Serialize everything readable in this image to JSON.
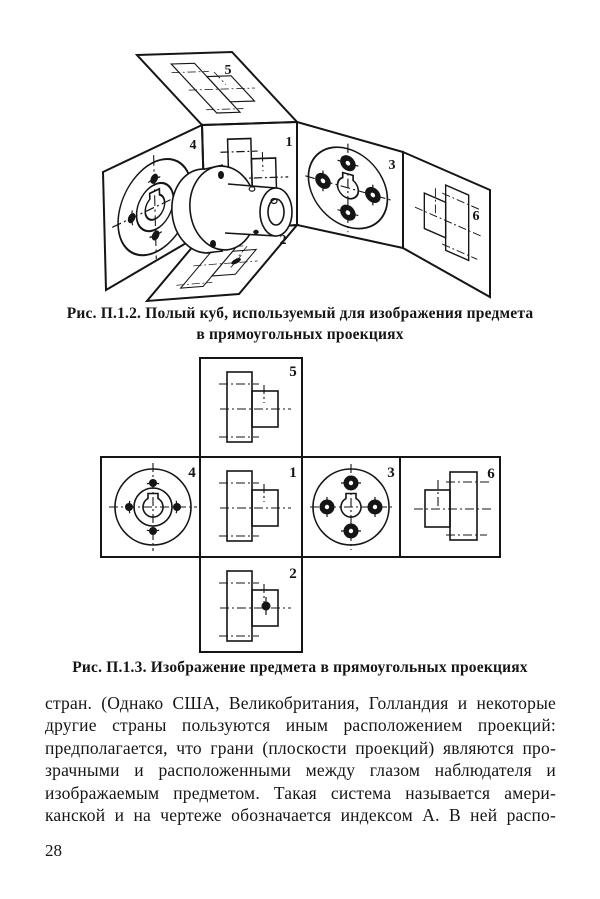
{
  "page_number": "28",
  "figure1": {
    "caption_lines": [
      "Рис. П.1.2. Полый куб, используемый для изображения предмета",
      "в прямоугольных проекциях"
    ],
    "panels": {
      "p1": "1",
      "p2": "2",
      "p3": "3",
      "p4": "4",
      "p5": "5",
      "p6": "6"
    }
  },
  "figure2": {
    "caption": "Рис. П.1.3. Изображение предмета в прямоугольных проекциях",
    "panels": {
      "p1": "1",
      "p2": "2",
      "p3": "3",
      "p4": "4",
      "p5": "5",
      "p6": "6"
    }
  },
  "body_text": {
    "lines": [
      "стран. (Однако США, Великобритания, Голландия и некоторые",
      "другие страны пользуются иным расположением проекций:",
      "предполагается, что грани (плоскости проекций) являются про-",
      "зрачными и расположенными между глазом наблюдателя и",
      "изображаемым предметом. Такая система называется амери-",
      "канской и на чертеже обозначается индексом А. В ней распо-"
    ]
  },
  "colors": {
    "ink": "#151515",
    "paper": "#ffffff"
  }
}
